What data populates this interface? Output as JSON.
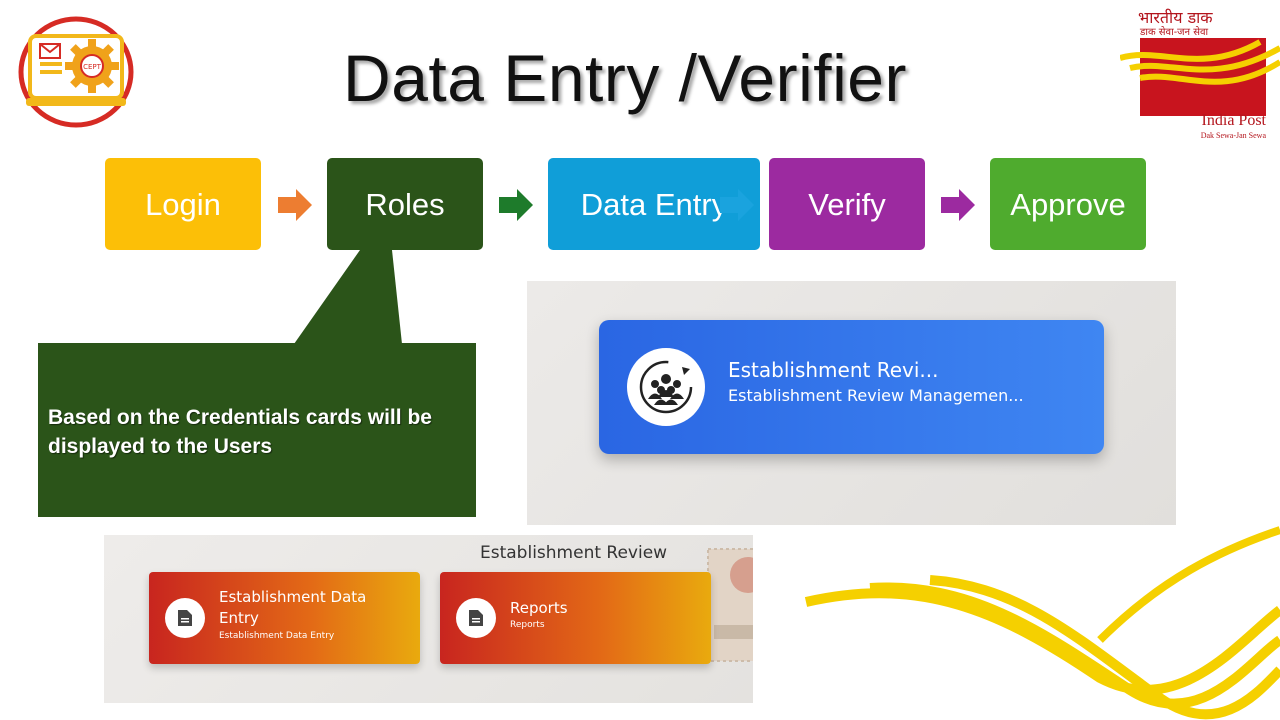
{
  "slide": {
    "title": "Data Entry /Verifier"
  },
  "logos": {
    "india_post": {
      "hindi_line1": "भारतीय डाक",
      "hindi_line2": "डाक सेवा-जन सेवा",
      "name": "India Post",
      "tagline": "Dak Sewa-Jan Sewa",
      "colors": {
        "red": "#b3141c",
        "yellow": "#f5d000"
      }
    },
    "cept": {
      "inner_text": "CEPT"
    }
  },
  "flow": {
    "steps": [
      {
        "label": "Login",
        "color": "#fcbf07"
      },
      {
        "label": "Roles",
        "color": "#2b5419"
      },
      {
        "label": "Data Entry",
        "color": "#109ed8"
      },
      {
        "label": "Verify",
        "color": "#9c2aa0"
      },
      {
        "label": "Approve",
        "color": "#4fab2e"
      }
    ],
    "arrows": [
      {
        "color": "#ed7d31"
      },
      {
        "color": "#1e7b2b"
      },
      {
        "color": "#1aa3de"
      },
      {
        "color": "#9c2aa0"
      }
    ]
  },
  "callout": {
    "text": "Based on the Credentials cards will be displayed to the Users",
    "color": "#2b5419"
  },
  "screenshot1": {
    "card": {
      "title": "Establishment Revi...",
      "subtitle": "Establishment Review Managemen...",
      "icon": "people-group-icon"
    }
  },
  "screenshot2": {
    "heading": "Establishment Review",
    "tiles": [
      {
        "title": "Establishment Data Entry",
        "subtitle": "Establishment Data Entry",
        "icon": "document-icon"
      },
      {
        "title": "Reports",
        "subtitle": "Reports",
        "icon": "document-icon"
      }
    ]
  }
}
